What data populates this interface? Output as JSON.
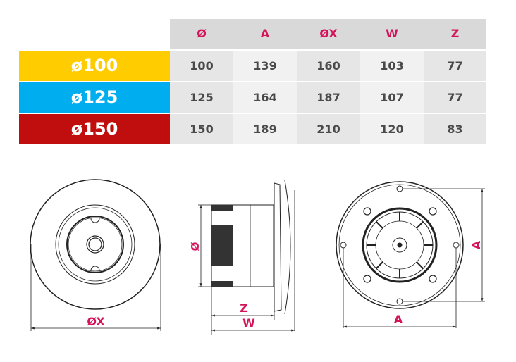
{
  "colors": {
    "accent": "#d4145a",
    "header_bg": "#d9d9d9",
    "row_100": "#ffcc00",
    "row_125": "#00aeef",
    "row_150": "#c00d0d",
    "cell_text": "#4a4a4a"
  },
  "table": {
    "headers": [
      "Ø",
      "A",
      "ØX",
      "W",
      "Z"
    ],
    "rows": [
      {
        "label": "ø100",
        "values": [
          "100",
          "139",
          "160",
          "103",
          "77"
        ]
      },
      {
        "label": "ø125",
        "values": [
          "125",
          "164",
          "187",
          "107",
          "77"
        ]
      },
      {
        "label": "ø150",
        "values": [
          "150",
          "189",
          "210",
          "120",
          "83"
        ]
      }
    ]
  },
  "drawings": {
    "front": {
      "dimension_label": "ØX"
    },
    "side": {
      "diameter_label": "Ø",
      "depth_label_inner": "Z",
      "depth_label_total": "W"
    },
    "back": {
      "width_label": "A",
      "height_label": "A"
    }
  }
}
